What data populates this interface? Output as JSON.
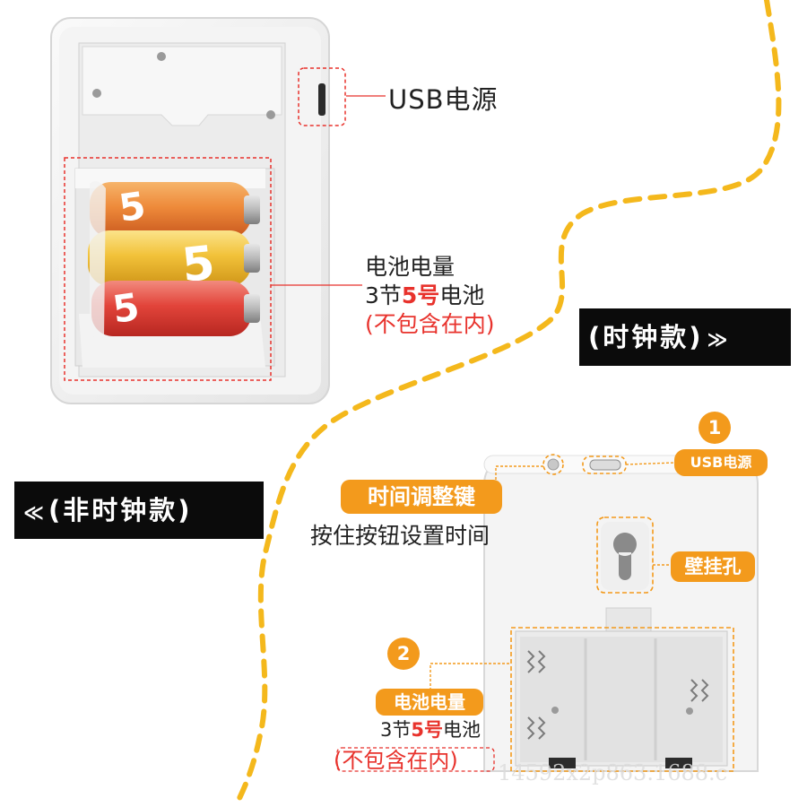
{
  "top_section": {
    "usb_label": "USB电源",
    "battery_line1": "电池电量",
    "battery_line2_prefix": "3节",
    "battery_line2_highlight": "5号",
    "battery_line2_suffix": "电池",
    "battery_note": "(不包含在内)"
  },
  "tags": {
    "clock": "(时钟款)",
    "clock_icon": "chevron-double-down-icon",
    "nonclock": "(非时钟款)",
    "nonclock_icon": "chevron-double-up-icon"
  },
  "bottom_section": {
    "step1": "1",
    "usb_pill": "USB电源",
    "time_pill": "时间调整键",
    "time_desc": "按住按钮设置时间",
    "hole_pill": "壁挂孔",
    "step2": "2",
    "battery_pill": "电池电量",
    "battery_line2_prefix": "3节",
    "battery_line2_highlight": "5号",
    "battery_line2_suffix": "电池",
    "battery_note": "(不包含在内)"
  },
  "battery_labels": [
    "5",
    "5",
    "5"
  ],
  "watermark": "14592x2p863.1688.c",
  "colors": {
    "accent_orange": "#f39a1c",
    "highlight_red": "#e8322c",
    "dashed_yellow": "#f4b81c",
    "tag_black": "#0b0b0b"
  }
}
